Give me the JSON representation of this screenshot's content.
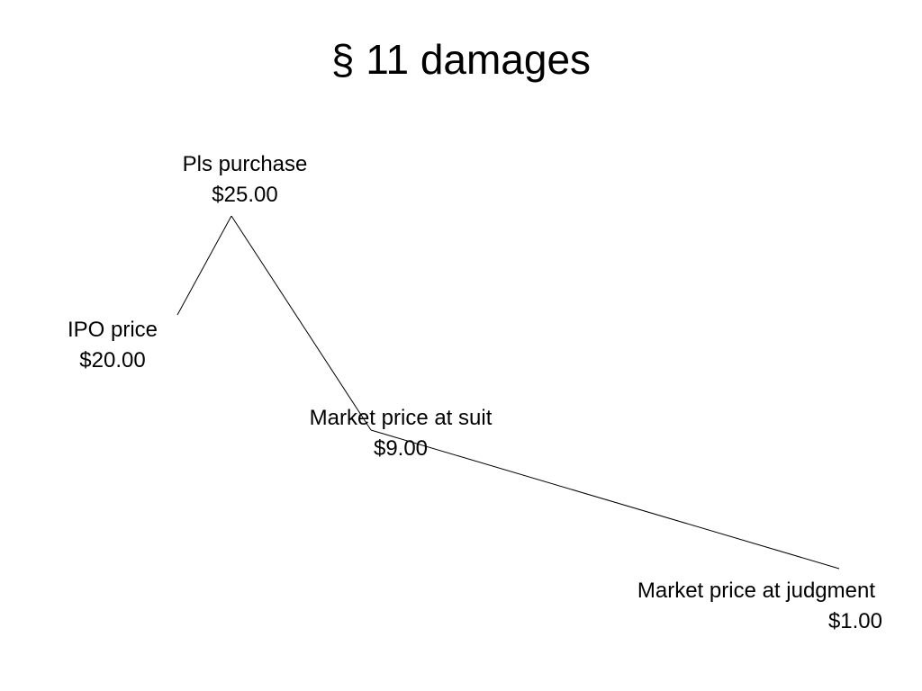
{
  "slide": {
    "title": "§ 11 damages"
  },
  "diagram": {
    "points": [
      {
        "id": "ipo",
        "label": "IPO price",
        "value": "$20.00"
      },
      {
        "id": "purchase",
        "label": "Pls purchase",
        "value": "$25.00"
      },
      {
        "id": "suit",
        "label": "Market price at suit",
        "value": "$9.00"
      },
      {
        "id": "judgment",
        "label": "Market price at judgment",
        "value": "$1.00"
      }
    ],
    "line_color": "#000000"
  }
}
